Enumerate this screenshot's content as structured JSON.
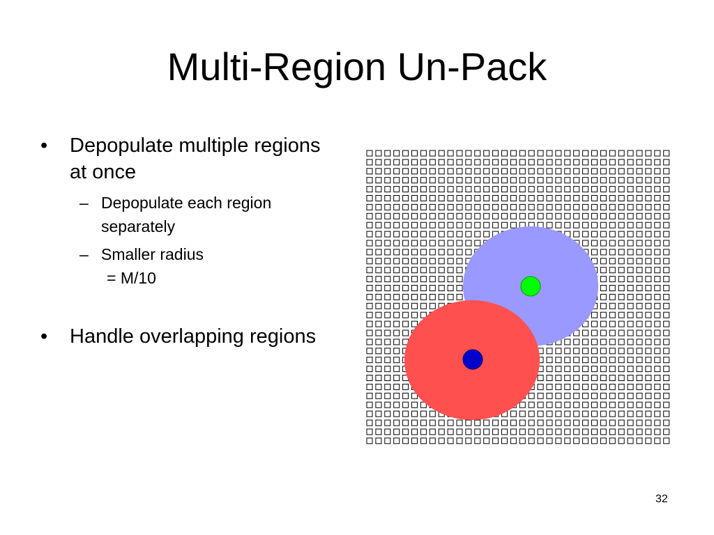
{
  "slide": {
    "title": "Multi-Region Un-Pack",
    "page_number": "32"
  },
  "bullets": [
    {
      "marker": "•",
      "text": "Depopulate multiple regions at once",
      "sub_bullets": [
        {
          "marker": "–",
          "text": "Depopulate each region separately",
          "continuation": ""
        },
        {
          "marker": "–",
          "text": "Smaller radius",
          "continuation": "= M/10"
        }
      ]
    },
    {
      "marker": "•",
      "text": "Handle overlapping regions",
      "sub_bullets": []
    }
  ],
  "figure": {
    "colors": {
      "background": "#ffffff",
      "cell_fill": "#ffffff",
      "cell_border": "#000000",
      "region_1_fill": "#9999ff",
      "region_1_center": "#00ff00",
      "region_2_fill": "#ff5050",
      "region_2_center": "#0000cc"
    }
  }
}
